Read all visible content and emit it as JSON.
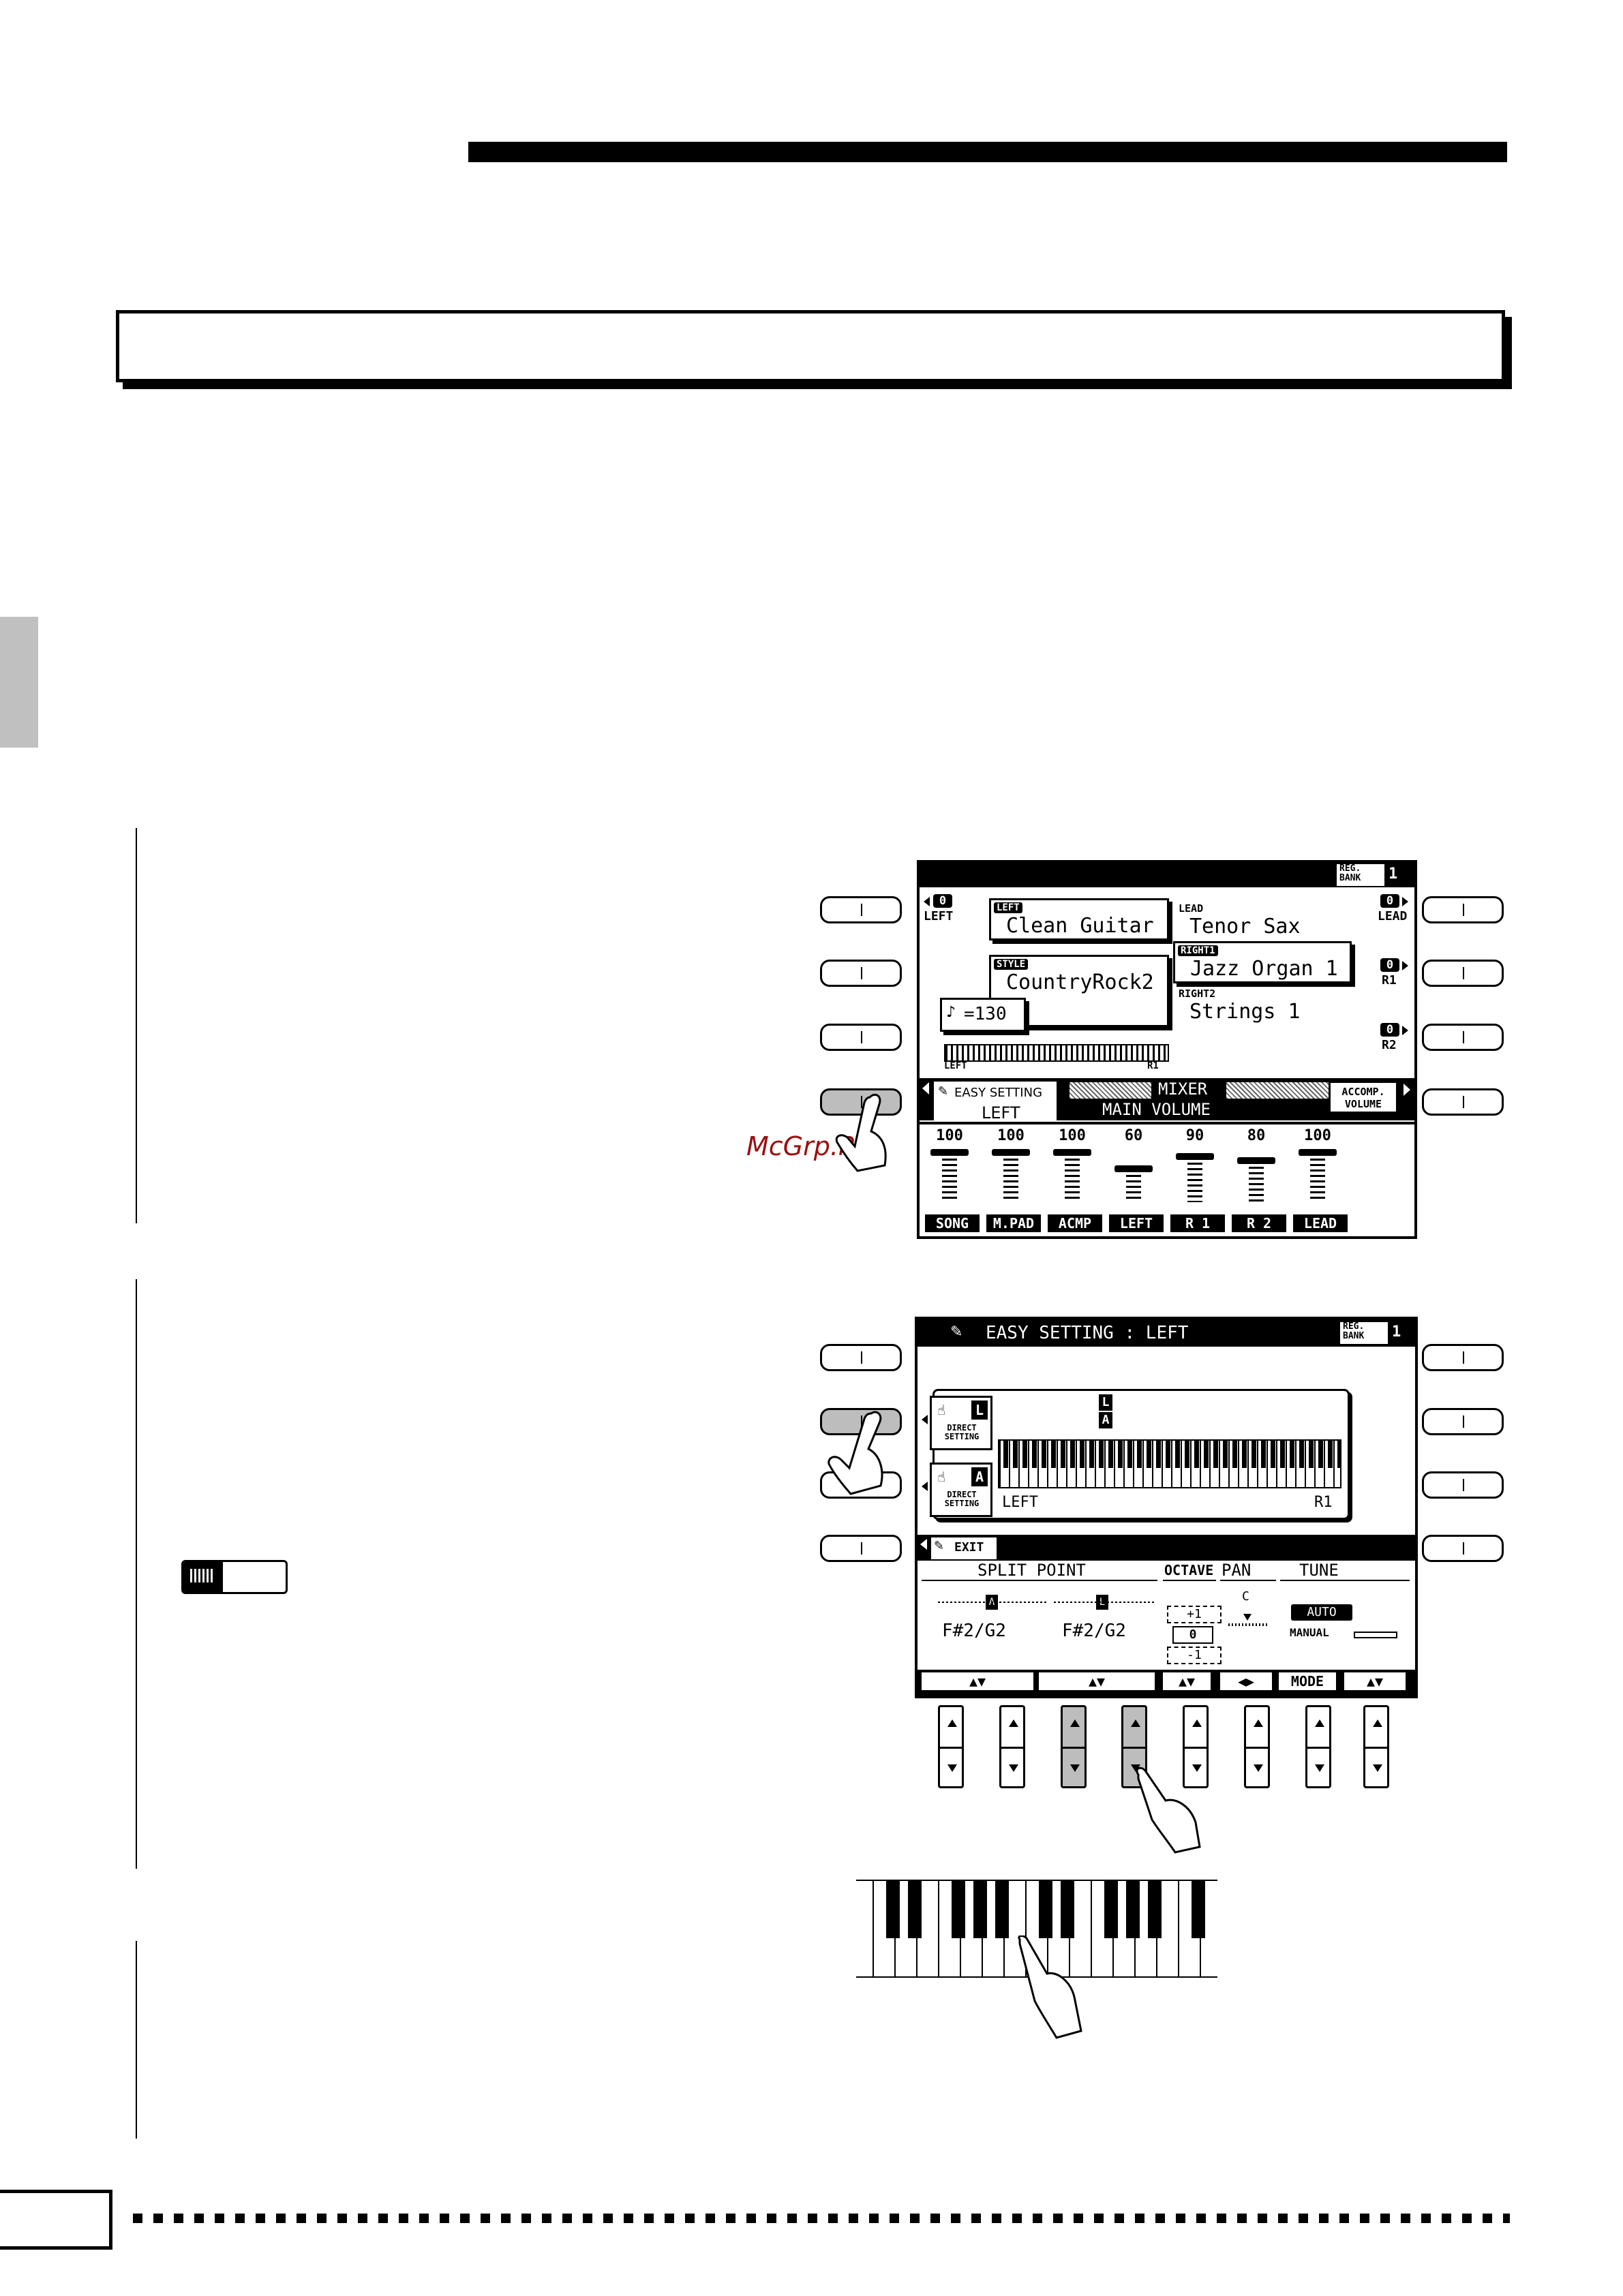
{
  "watermark": "McGrp.Ru",
  "screen1": {
    "reg_bank_label": "REG.\nBANK",
    "reg_bank_num": "1",
    "left_badge": "0",
    "left_label": "LEFT",
    "left_tag": "LEFT",
    "left_voice": "Clean Guitar",
    "lead_label": "LEAD",
    "lead_voice": "Tenor Sax",
    "right1_tag": "RIGHT1",
    "right1_voice": "Jazz Organ 1",
    "right2_label": "RIGHT2",
    "right2_voice": "Strings 1",
    "style_tag": "STYLE",
    "style_name": "CountryRock2",
    "tempo": "=130",
    "lead_badge": "0",
    "lead_side": "LEAD",
    "r1_badge": "0",
    "r1_side": "R1",
    "r2_badge": "0",
    "r2_side": "R2",
    "kb_left": "LEFT",
    "kb_r1": "R1",
    "easy_setting": "EASY SETTING",
    "easy_left": "LEFT",
    "mixer": "MIXER",
    "main_volume": "MAIN VOLUME",
    "accomp_volume": "ACCOMP.\nVOLUME",
    "values": [
      "100",
      "100",
      "100",
      "60",
      "90",
      "80",
      "100"
    ],
    "channels": [
      "SONG",
      "M.PAD",
      "ACMP",
      "LEFT",
      "R 1",
      "R 2",
      "LEAD"
    ],
    "levels": [
      1.0,
      1.0,
      1.0,
      0.6,
      0.9,
      0.8,
      1.0
    ]
  },
  "screen2": {
    "title": "EASY SETTING : LEFT",
    "reg_bank_label": "REG.\nBANK",
    "reg_bank_num": "1",
    "direct1": "DIRECT\nSETTING",
    "direct2": "DIRECT\nSETTING",
    "mark_l": "L",
    "mark_a": "A",
    "kb_left": "LEFT",
    "kb_r1": "R1",
    "exit": "EXIT",
    "split_point": "SPLIT POINT",
    "octave": "OCTAVE",
    "pan": "PAN",
    "tune": "TUNE",
    "split_a": "F#2/G2",
    "split_l": "F#2/G2",
    "oct_plus": "+1",
    "oct_zero": "0",
    "oct_minus": "-1",
    "pan_c": "C",
    "auto": "AUTO",
    "manual": "MANUAL",
    "tabs": [
      "▲▼",
      "▲▼",
      "▲▼",
      "◀▶",
      "MODE",
      "▲▼"
    ]
  }
}
